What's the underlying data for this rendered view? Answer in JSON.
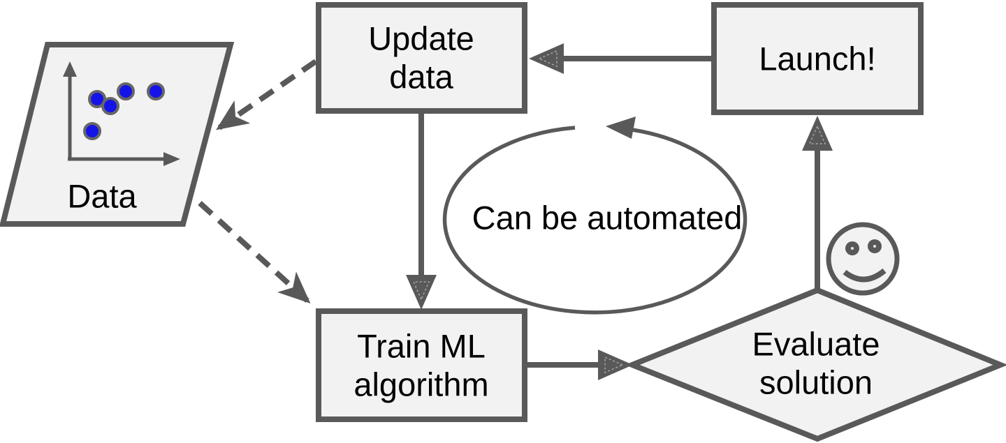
{
  "nodes": {
    "data": {
      "label": "Data",
      "shape": "parallelogram"
    },
    "update_data": {
      "label": "Update\ndata",
      "shape": "rectangle"
    },
    "launch": {
      "label": "Launch!",
      "shape": "rectangle"
    },
    "train_ml": {
      "label": "Train ML\nalgorithm",
      "shape": "rectangle"
    },
    "evaluate": {
      "label": "Evaluate\nsolution",
      "shape": "diamond"
    }
  },
  "annotation": {
    "label": "Can be automated",
    "shape": "ellipse-cycle-arrow"
  },
  "icons": {
    "scatter_plot": {
      "name": "scatter-plot-icon",
      "points": 5
    },
    "smiley": {
      "name": "smiley-face-icon"
    }
  },
  "edges": [
    {
      "from": "launch",
      "to": "update_data",
      "style": "solid"
    },
    {
      "from": "update_data",
      "to": "train_ml",
      "style": "solid"
    },
    {
      "from": "train_ml",
      "to": "evaluate",
      "style": "solid"
    },
    {
      "from": "evaluate",
      "to": "launch",
      "style": "solid"
    },
    {
      "from": "update_data",
      "to": "data",
      "style": "dashed"
    },
    {
      "from": "data",
      "to": "train_ml",
      "style": "dashed"
    },
    {
      "from": "evaluate",
      "to": "update_data",
      "style": "cycle-arrow",
      "label": "Can be automated"
    }
  ],
  "colors": {
    "stroke": "#595959",
    "node_fill": "#f2f2f2",
    "text": "#000000",
    "dot_blue": "#1414e8",
    "background": "#ffffff"
  }
}
